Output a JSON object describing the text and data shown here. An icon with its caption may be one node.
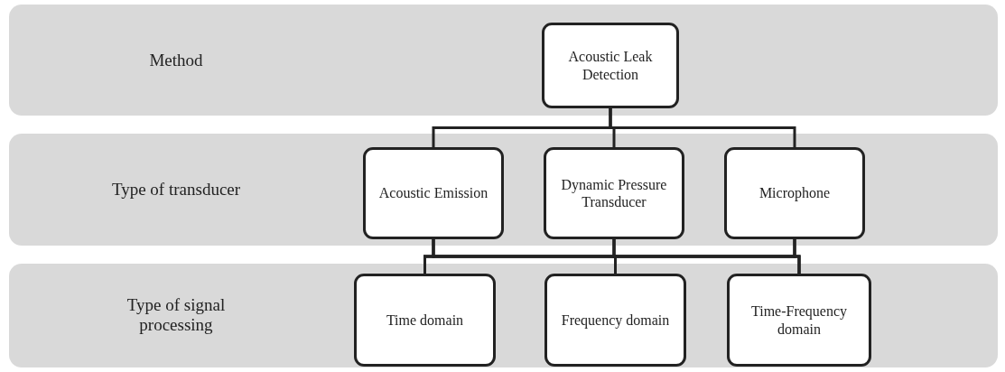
{
  "diagram": {
    "nodes": [
      {
        "text": [
          "Method"
        ]
      },
      {
        "text": [
          "Acoustic Leak Detection"
        ],
        "in": 0
      },
      {
        "text": [
          "Type of transducer"
        ]
      },
      {
        "text": [
          "Acoustic Emission"
        ],
        "in": 2
      },
      {
        "text": [
          "Dynamic Pressure Transducer"
        ],
        "in": 2
      },
      {
        "text": [
          "Microphone"
        ],
        "in": 2
      },
      {
        "text": [
          "Type of signal processing"
        ]
      },
      {
        "text": [
          "Time domain"
        ],
        "in": 6
      },
      {
        "text": [
          "Frequency domain"
        ],
        "in": 6
      },
      {
        "text": [
          "Time-Frequency domain"
        ],
        "in": 6
      }
    ],
    "edges": [
      {
        "from": 1,
        "to": 3,
        "arrow": "none"
      },
      {
        "from": 1,
        "to": 4,
        "arrow": "none"
      },
      {
        "from": 1,
        "to": 5,
        "arrow": "none"
      },
      {
        "from": 3,
        "to": 7,
        "arrow": "none"
      },
      {
        "from": 3,
        "to": 8,
        "arrow": "none"
      },
      {
        "from": 3,
        "to": 9,
        "arrow": "none"
      },
      {
        "from": 4,
        "to": 7,
        "arrow": "none"
      },
      {
        "from": 4,
        "to": 8,
        "arrow": "none"
      },
      {
        "from": 4,
        "to": 9,
        "arrow": "none"
      },
      {
        "from": 5,
        "to": 7,
        "arrow": "none"
      },
      {
        "from": 5,
        "to": 8,
        "arrow": "none"
      },
      {
        "from": 5,
        "to": 9,
        "arrow": "none"
      }
    ]
  }
}
